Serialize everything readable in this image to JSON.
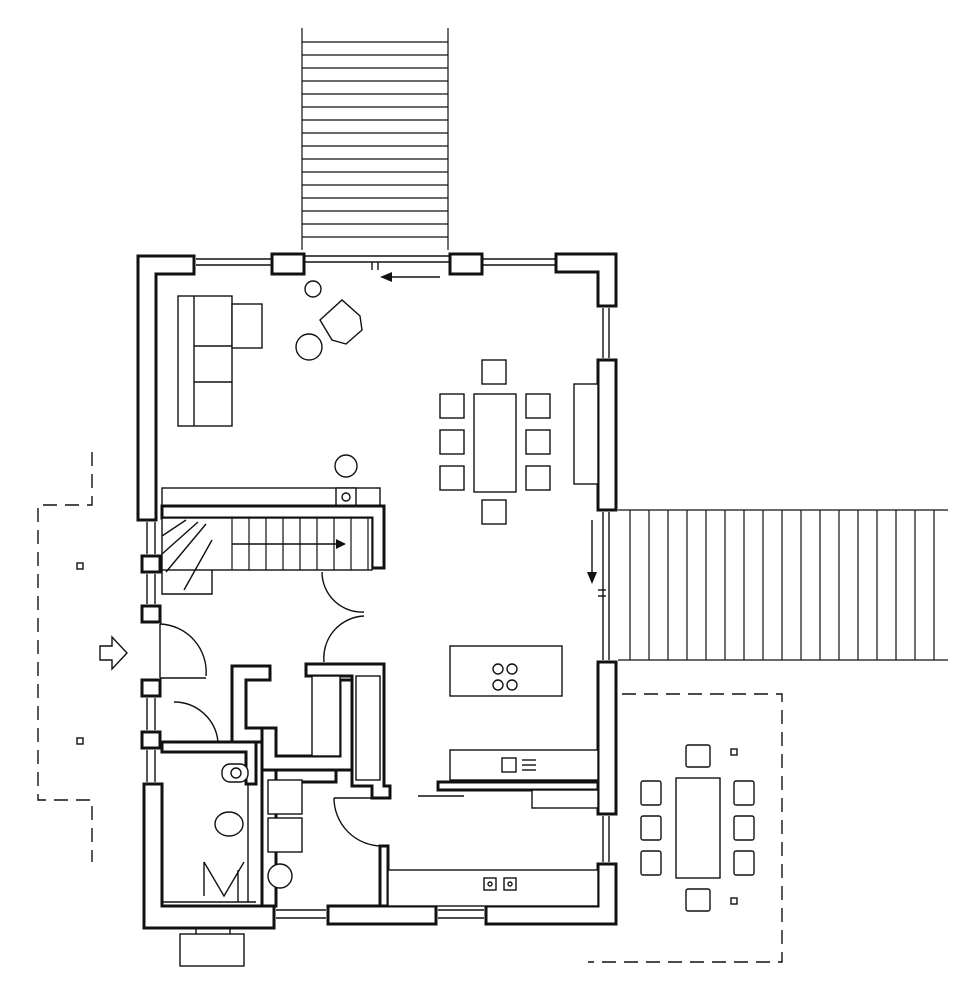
{
  "diagram": {
    "type": "floor-plan",
    "line_color": "#111111",
    "background": "#ffffff",
    "elements": [
      "north-deck",
      "east-deck",
      "west-entrance-canopy",
      "east-dining-terrace",
      "exterior-walls",
      "living-area",
      "sofa",
      "armchair",
      "side-tables",
      "dining-table",
      "dining-chairs",
      "sideboard",
      "staircase",
      "entrance-door",
      "guest-wc",
      "wardrobe",
      "utility-room",
      "kitchen-island",
      "hob",
      "kitchen-counter",
      "sink",
      "terrace-table",
      "terrace-chairs",
      "bench"
    ]
  }
}
